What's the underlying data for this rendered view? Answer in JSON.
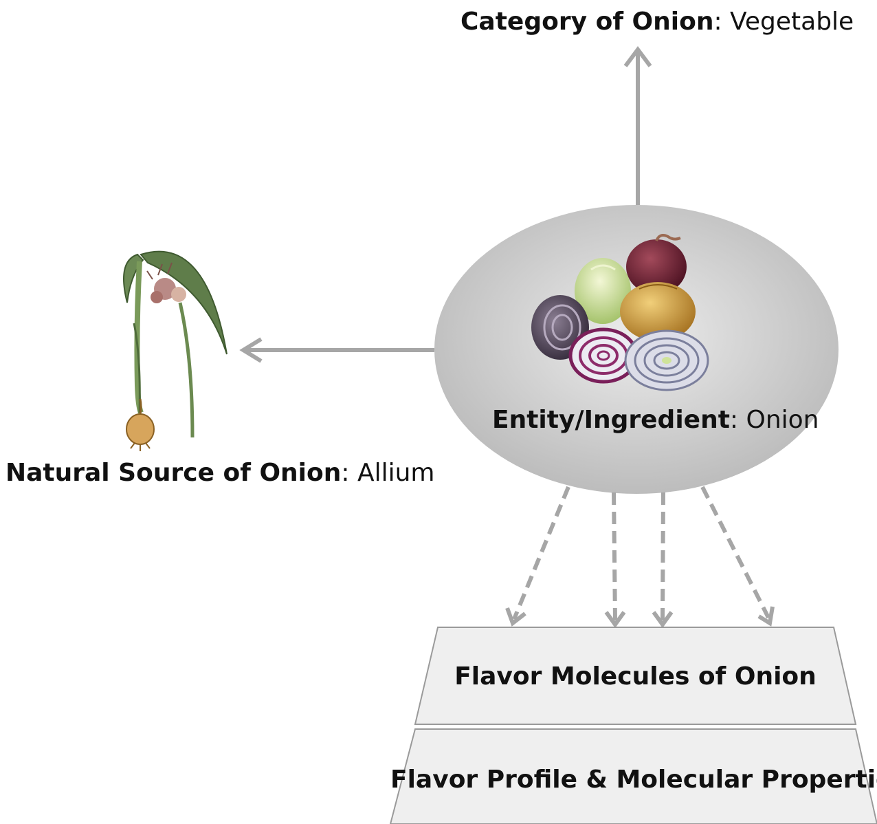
{
  "labels": {
    "category": {
      "key": "Category of Onion",
      "sep": ": ",
      "value": "Vegetable"
    },
    "source": {
      "key": "Natural Source of Onion",
      "sep": ": ",
      "value": "Allium"
    },
    "entity": {
      "key": "Entity/Ingredient",
      "sep": ": ",
      "value": "Onion"
    }
  },
  "boxes": {
    "molecules": "Flavor Molecules of Onion",
    "profile": "Flavor Profile & Molecular Properties"
  },
  "colors": {
    "arrow": "#a6a6a6",
    "ellipse_center": "#e6e6e6",
    "ellipse_edge": "#b9b9b9",
    "box_fill": "#efefef",
    "box_stroke": "#9a9a9a",
    "onion_red": "#6b1d2e",
    "onion_yellow": "#c89a3c",
    "onion_white": "#cfe3a8",
    "plant_green": "#5f7d4a"
  },
  "icons": {
    "plant": "allium-plant-illustration",
    "onions": "onion-group-illustration"
  }
}
